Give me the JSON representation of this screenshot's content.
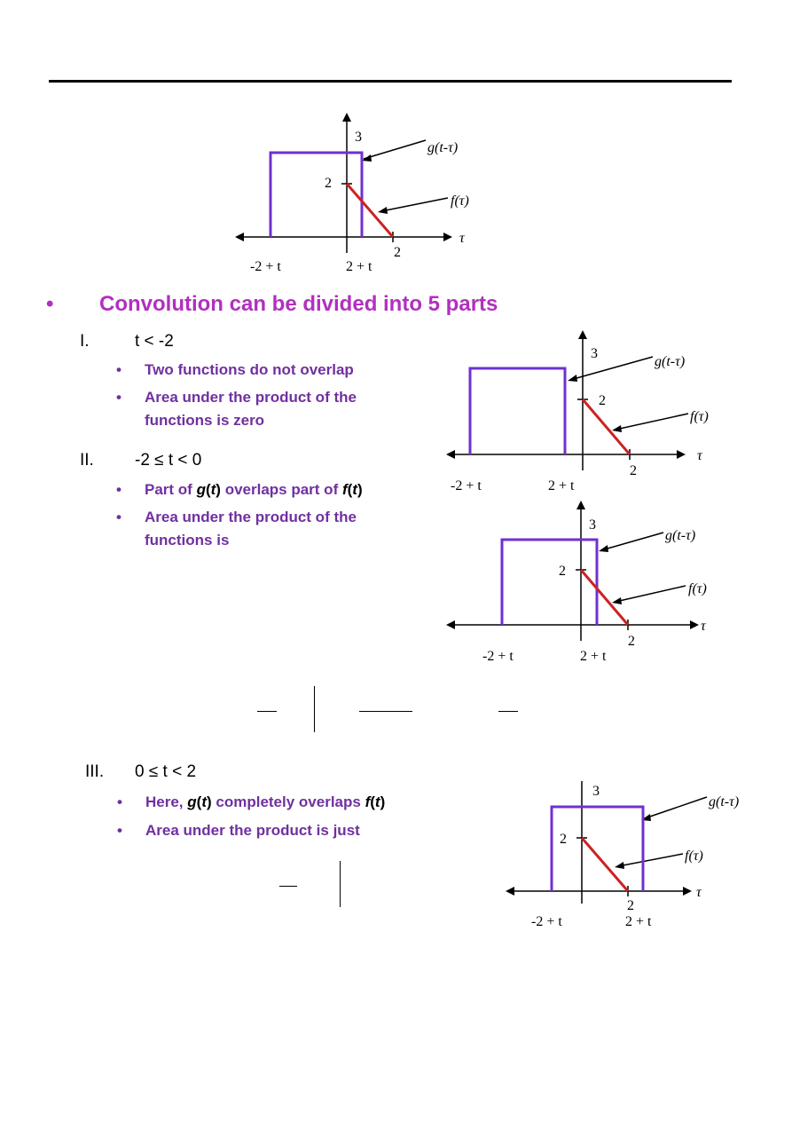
{
  "heading": {
    "bullet": "•",
    "text": "Convolution can be divided into 5 parts"
  },
  "colors": {
    "heading": "#b22fc0",
    "bullets": "#7030a0",
    "g_function": "#7030d0",
    "f_function": "#cc2222"
  },
  "figure_labels": {
    "y_top": "3",
    "y_mid": "2",
    "x_end": "2",
    "tau": "τ",
    "g_label": "g(t-τ)",
    "f_label": "f(τ)",
    "left_edge": "-2 + t",
    "right_edge": "2 + t"
  },
  "sections": [
    {
      "numeral": "I.",
      "condition": "t < -2",
      "bullets": [
        "Two functions do not overlap",
        "Area under the product of the functions is zero"
      ]
    },
    {
      "numeral": "II.",
      "condition": "-2 ≤ t < 0",
      "bullets": [
        {
          "pre": "Part of ",
          "g": "g",
          "open": "(",
          "t1": "t",
          "close": ")",
          "mid": " overlaps part of ",
          "f": "f",
          "open2": "(",
          "t2": "t",
          "close2": ")"
        },
        "Area under the product of the functions is"
      ]
    },
    {
      "numeral": "III.",
      "condition": "0 ≤ t < 2",
      "bullets": [
        {
          "pre": "Here, ",
          "g": "g",
          "open": "(",
          "t1": "t",
          "close": ")",
          "mid": " completely overlaps ",
          "f": "f",
          "open2": "(",
          "t2": "t",
          "close2": ")"
        },
        "Area under the product is just"
      ]
    }
  ]
}
